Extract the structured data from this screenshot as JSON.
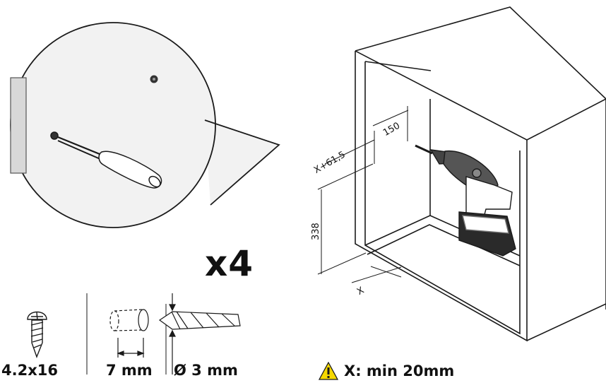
{
  "quantity": "x4",
  "screw": {
    "label": "4.2x16",
    "icon": "screw-icon"
  },
  "depth": {
    "label": "7 mm",
    "icon": "depth-cylinder-icon"
  },
  "drill_bit": {
    "label": "Ø 3 mm",
    "icon": "drill-bit-icon"
  },
  "warning": {
    "label": "X: min 20mm",
    "icon": "warning-icon",
    "color": "#f5d800"
  },
  "dimensions": {
    "offset_label": "X+61,5",
    "spacing_label": "150",
    "height_label": "338",
    "x_label": "X"
  },
  "callout": {
    "icons": [
      "screwdriver-icon",
      "screw-head-icon"
    ]
  },
  "illustration": {
    "icons": [
      "cabinet-icon",
      "drill-icon"
    ]
  }
}
